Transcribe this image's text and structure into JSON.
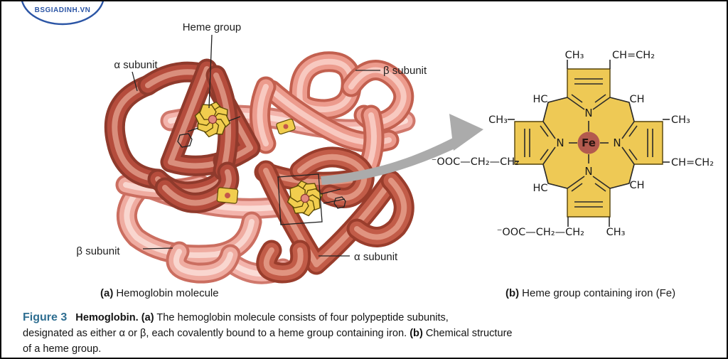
{
  "logo": {
    "text": "BSGIADINH.VN"
  },
  "molecule_panel": {
    "heme_group_label": "Heme group",
    "alpha_subunit_top": "α subunit",
    "beta_subunit_top": "β subunit",
    "beta_subunit_bottom": "β subunit",
    "alpha_subunit_bottom": "α subunit",
    "caption_marker": "(a)",
    "caption_text": "Hemoglobin molecule"
  },
  "heme_panel": {
    "caption_marker": "(b)",
    "caption_text": "Heme group containing iron (Fe)",
    "structure": {
      "fe": "Fe",
      "n_top": "N",
      "n_bottom": "N",
      "n_left": "N",
      "n_right": "N",
      "methyl_top_left": "CH₃",
      "vinyl_top_right": "CH=CH₂",
      "meso_nw": "HC",
      "meso_ne": "CH",
      "methyl_left": "CH₃",
      "methyl_right": "CH₃",
      "propionate_left": "⁻OOC—CH₂—CH₂",
      "vinyl_right": "CH=CH₂",
      "meso_sw": "HC",
      "meso_se": "CH",
      "propionate_bottom": "⁻OOC—CH₂—CH₂",
      "methyl_bottom": "CH₃"
    }
  },
  "figure_caption": {
    "figure_label": "Figure 3",
    "title_bold": "Hemoglobin.",
    "marker_a": "(a)",
    "line1_text": "The hemoglobin molecule consists of four polypeptide subunits,",
    "line2_text": "designated as either α or β, each covalently bound to a heme group containing iron.",
    "marker_b": "(b)",
    "line2_tail": "Chemical structure",
    "line3_text": "of a heme group.",
    "colors": {
      "figure_label_blue": "#2e6e91",
      "heme_yellow": "#eec955",
      "fe_circle": "#b35a4e",
      "arrow_gray": "#ababab",
      "logo_blue": "#2b55a5"
    }
  }
}
